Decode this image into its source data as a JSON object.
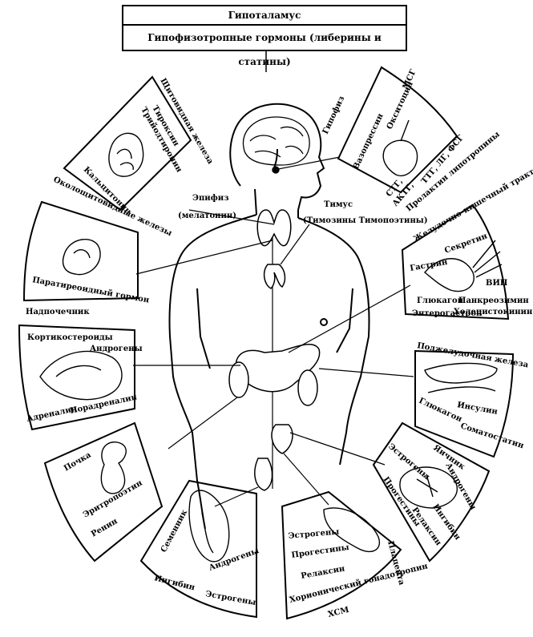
{
  "header": {
    "title": "Гипоталамус",
    "subtitle": "Гипофизотропные гормоны (либерины и статины)"
  },
  "center": {
    "hypophysis": "Гипофиз",
    "epiphysis": "Эпифиз",
    "epiphysis_hormone": "(мелатонин)",
    "thymus": "Тимус",
    "thymus_hormones": "(Тимозины  Тимопоэтины)"
  },
  "segments": {
    "thyroid": {
      "title": "Щитовидная железа",
      "h1": "Тироксин",
      "h2": "Трийодтиронин",
      "h3": "Кальцитонин"
    },
    "parathyroid": {
      "title": "Околощитовидные железы",
      "h1": "Паратиреоидный гормон"
    },
    "pituitary": {
      "h_msg": "МСГ",
      "h_oxy": "Окситоцин",
      "h_vaso": "Вазопрессин",
      "h_stg": "СТГ,",
      "h_actg": "АКТГ,",
      "h_ttg": "ТТГ, ЛГ, ФСГ",
      "h_prl": "Пролактин  липотропины"
    },
    "gi": {
      "title": "Желудочно-кишечный тракт",
      "h1": "Гастрин",
      "h2": "Секретин",
      "h3": "ВИП",
      "h4": "Глюкагон",
      "h5": "Панкреозимин",
      "h6": "Энтерогастрон",
      "h7": "Холецистокинин"
    },
    "adrenal": {
      "title": "Надпочечник",
      "h1": "Кортикостероиды",
      "h2": "Андрогены",
      "h3": "Адреналин",
      "h4": "Норадреналин"
    },
    "pancreas": {
      "title": "Поджелудочная железа",
      "h1": "Инсулин",
      "h2": "Глюкагон",
      "h3": "Соматостатин"
    },
    "kidney": {
      "title": "Почка",
      "h1": "Эритропоэтин",
      "h2": "Ренин"
    },
    "ovary": {
      "title": "Яичник",
      "h1": "Эстрогены",
      "h2": "Андрогены",
      "h3": "Прогестины",
      "h4": "Ингибин",
      "h5": "Релаксин"
    },
    "testis": {
      "title": "Семенник",
      "h1": "Андрогены",
      "h2": "Ингибин",
      "h3": "Эстрогены"
    },
    "placenta": {
      "title": "Плацента",
      "h1": "Эстрогены",
      "h2": "Прогестины",
      "h3": "Релаксин",
      "h4": "Хорионический гонадотропин",
      "h5": "ХСМ"
    }
  }
}
